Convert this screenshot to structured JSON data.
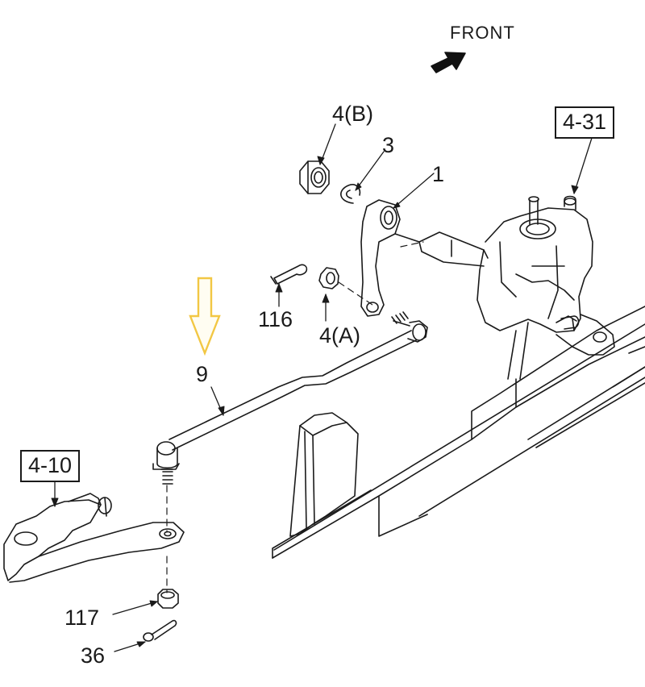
{
  "direction_label": "FRONT",
  "reference_boxes": {
    "ref_4_31": "4-31",
    "ref_4_10": "4-10"
  },
  "part_labels": {
    "nut_4b": "4(B)",
    "washer_3": "3",
    "arm_1": "1",
    "pin_116": "116",
    "nut_4a": "4(A)",
    "rod_9": "9",
    "nut_117": "117",
    "pin_36": "36"
  },
  "colors": {
    "line": "#1a1a1a",
    "highlight_arrow": "#f2c744"
  }
}
